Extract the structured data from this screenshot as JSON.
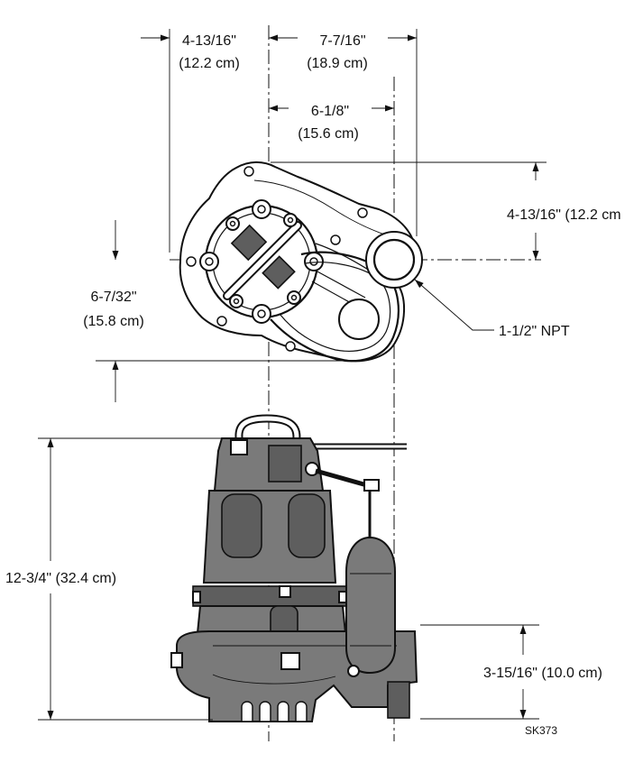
{
  "dimensions": {
    "top_left_width": {
      "inches": "4-13/16\"",
      "cm": "(12.2 cm)"
    },
    "top_right_width": {
      "inches": "7-7/16\"",
      "cm": "(18.9 cm)"
    },
    "discharge_offset": {
      "inches": "6-1/8\"",
      "cm": "(15.6 cm)"
    },
    "right_height": {
      "text": "4-13/16\" (12.2 cm"
    },
    "left_height": {
      "inches": "6-7/32\"",
      "cm": "(15.8 cm)"
    },
    "discharge_size": {
      "text": "1-1/2\" NPT"
    },
    "overall_height": {
      "text": "12-3/4\" (32.4 cm)"
    },
    "base_height": {
      "text": "3-15/16\" (10.0 cm)"
    }
  },
  "drawing_ref": "SK373"
}
